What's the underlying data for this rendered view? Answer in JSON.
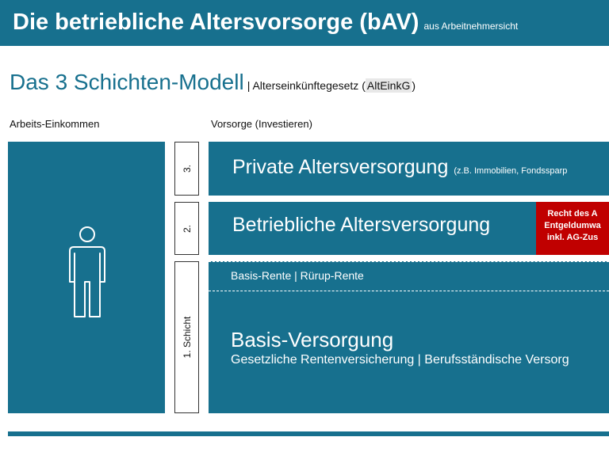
{
  "header": {
    "title": "Die betriebliche Altersvorsorge (bAV)",
    "subtitle": "aus Arbeitnehmersicht"
  },
  "model": {
    "title": "Das 3 Schichten-Modell",
    "subtitle_prefix": "| Alterseinkünftegesetz (",
    "subtitle_abbr": "AltEinkG",
    "subtitle_suffix": ")"
  },
  "columns": {
    "income_label": "Arbeits-Einkommen",
    "provision_label": "Vorsorge (Investieren)"
  },
  "income": {
    "icon": "person-outline-icon"
  },
  "layers": [
    {
      "number": "3."
    },
    {
      "number": "2."
    },
    {
      "number": "1. Schicht"
    }
  ],
  "pillar3": {
    "title": "Private Altersversorgung",
    "note": "(z.B. Immobilien, Fondssparp"
  },
  "pillar2": {
    "title": "Betriebliche Altersversorgung",
    "callout": [
      "Recht des A",
      "Entgeldumwa",
      "inkl. AG-Zus"
    ]
  },
  "pillar1": {
    "top_label": "Basis-Rente | Rürup-Rente",
    "title": "Basis-Versorgung",
    "subtitle": "Gesetzliche Rentenversicherung | Berufsständische Versorg"
  },
  "colors": {
    "primary": "#17708e",
    "accent_red": "#c00000",
    "background": "#ffffff"
  }
}
